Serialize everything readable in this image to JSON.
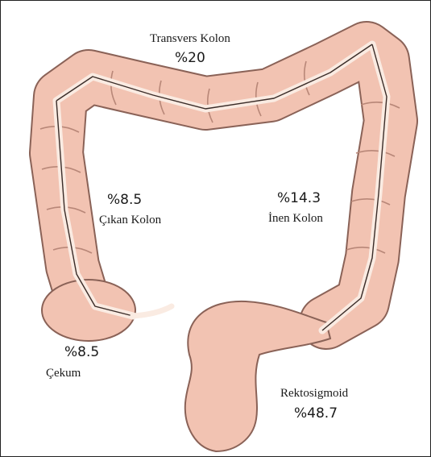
{
  "colors": {
    "tissue_fill": "#f2c3b2",
    "tissue_outline": "#8a6257",
    "haustra_line": "#b88778",
    "lumen_band": "#faebe2",
    "lumen_line": "#3a2c28",
    "frame": "#222222"
  },
  "segments": {
    "transverse": {
      "name": "Transvers Kolon",
      "percent": "%20"
    },
    "ascending": {
      "name": "Çıkan Kolon",
      "percent": "%8.5"
    },
    "descending": {
      "name": "İnen Kolon",
      "percent": "%14.3"
    },
    "cecum": {
      "name": "Çekum",
      "percent": "%8.5"
    },
    "rectosigmoid": {
      "name": "Rektosigmoid",
      "percent": "%48.7"
    }
  }
}
